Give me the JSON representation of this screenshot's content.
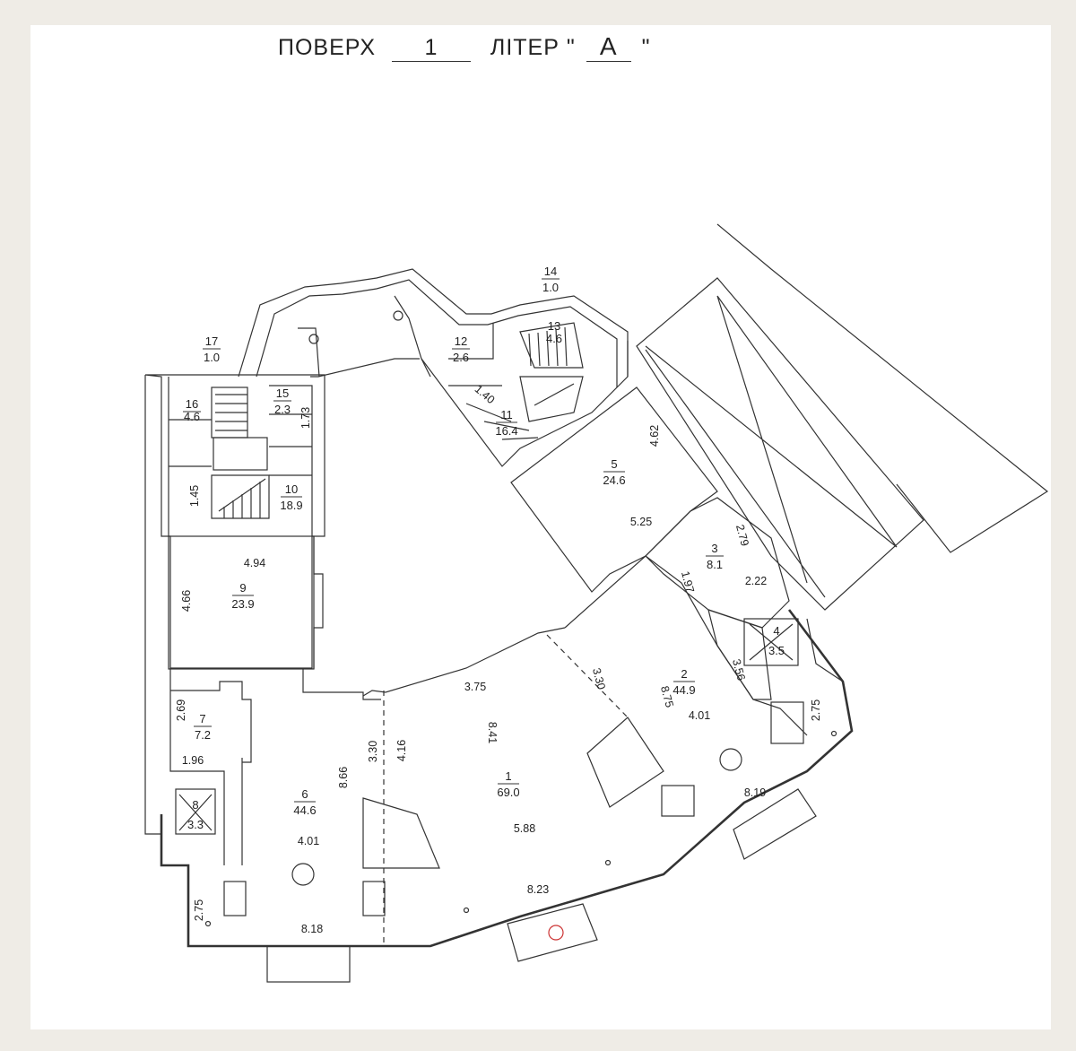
{
  "header": {
    "floor_word": "ПОВЕРХ",
    "floor_value": "1",
    "letter_word": "ЛІТЕР",
    "quote_open": "\"",
    "letter_value": "А",
    "quote_close": "\""
  },
  "rooms": [
    {
      "id": "1",
      "area": "69.0"
    },
    {
      "id": "2",
      "area": "44.9"
    },
    {
      "id": "3",
      "area": "8.1"
    },
    {
      "id": "4",
      "area": "3.5"
    },
    {
      "id": "5",
      "area": "24.6"
    },
    {
      "id": "6",
      "area": "44.6"
    },
    {
      "id": "7",
      "area": "7.2"
    },
    {
      "id": "8",
      "area": "3.3"
    },
    {
      "id": "9",
      "area": "23.9"
    },
    {
      "id": "10",
      "area": "18.9"
    },
    {
      "id": "11",
      "area": "16.4"
    },
    {
      "id": "12",
      "area": "2.6"
    },
    {
      "id": "13",
      "area": "4.6"
    },
    {
      "id": "14",
      "area": "1.0"
    },
    {
      "id": "15",
      "area": "2.3"
    },
    {
      "id": "16",
      "area": "4.6"
    },
    {
      "id": "17",
      "area": "1.0"
    }
  ],
  "dimensions": [
    "4.94",
    "4.66",
    "1.45",
    "1.73",
    "1.40",
    "4.62",
    "5.25",
    "2.79",
    "2.22",
    "1.97",
    "3.56",
    "2.75",
    "8.19",
    "4.01",
    "8.75",
    "3.30",
    "3.75",
    "8.41",
    "5.88",
    "8.23",
    "4.16",
    "3.30",
    "8.66",
    "4.01",
    "8.18",
    "2.75",
    "2.69",
    "1.96"
  ]
}
